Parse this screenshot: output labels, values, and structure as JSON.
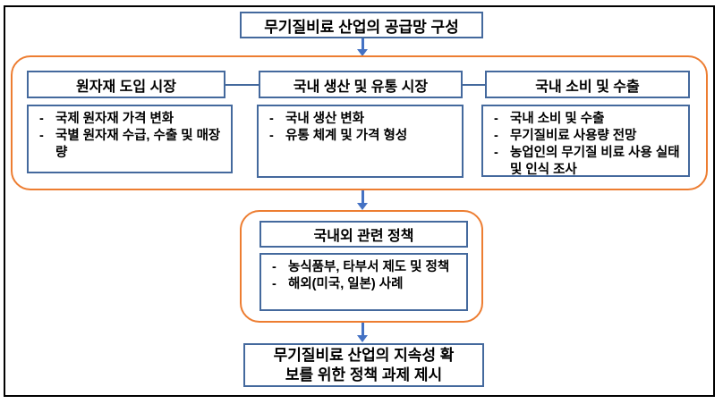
{
  "diagram": {
    "title": "무기질비료 산업의 공급망 구성",
    "bullet": "-",
    "supply_chain": {
      "columns": [
        {
          "header": "원자재 도입 시장",
          "items": [
            "국제 원자재 가격 변화",
            "국별 원자재 수급, 수출 및 매장량"
          ]
        },
        {
          "header": "국내 생산 및 유통 시장",
          "items": [
            "국내 생산 변화",
            "유통 체계 및 가격 형성"
          ]
        },
        {
          "header": "국내 소비 및 수출",
          "items": [
            "국내 소비 및 수출",
            "무기질비료 사용량 전망",
            "농업인의 무기질 비료 사용 실태 및 인식 조사"
          ]
        }
      ]
    },
    "policy": {
      "header": "국내외 관련 정책",
      "items": [
        "농식품부, 타부서 제도 및 정책",
        "해외(미국, 일본) 사례"
      ]
    },
    "conclusion": {
      "lines": [
        "무기질비료 산업의 지속성 확",
        "보를 위한 정책 과제 제시"
      ]
    },
    "colors": {
      "box_border": "#44699D",
      "arrow": "#4472C4",
      "container_border": "#ED7D31",
      "text": "#000000"
    }
  }
}
